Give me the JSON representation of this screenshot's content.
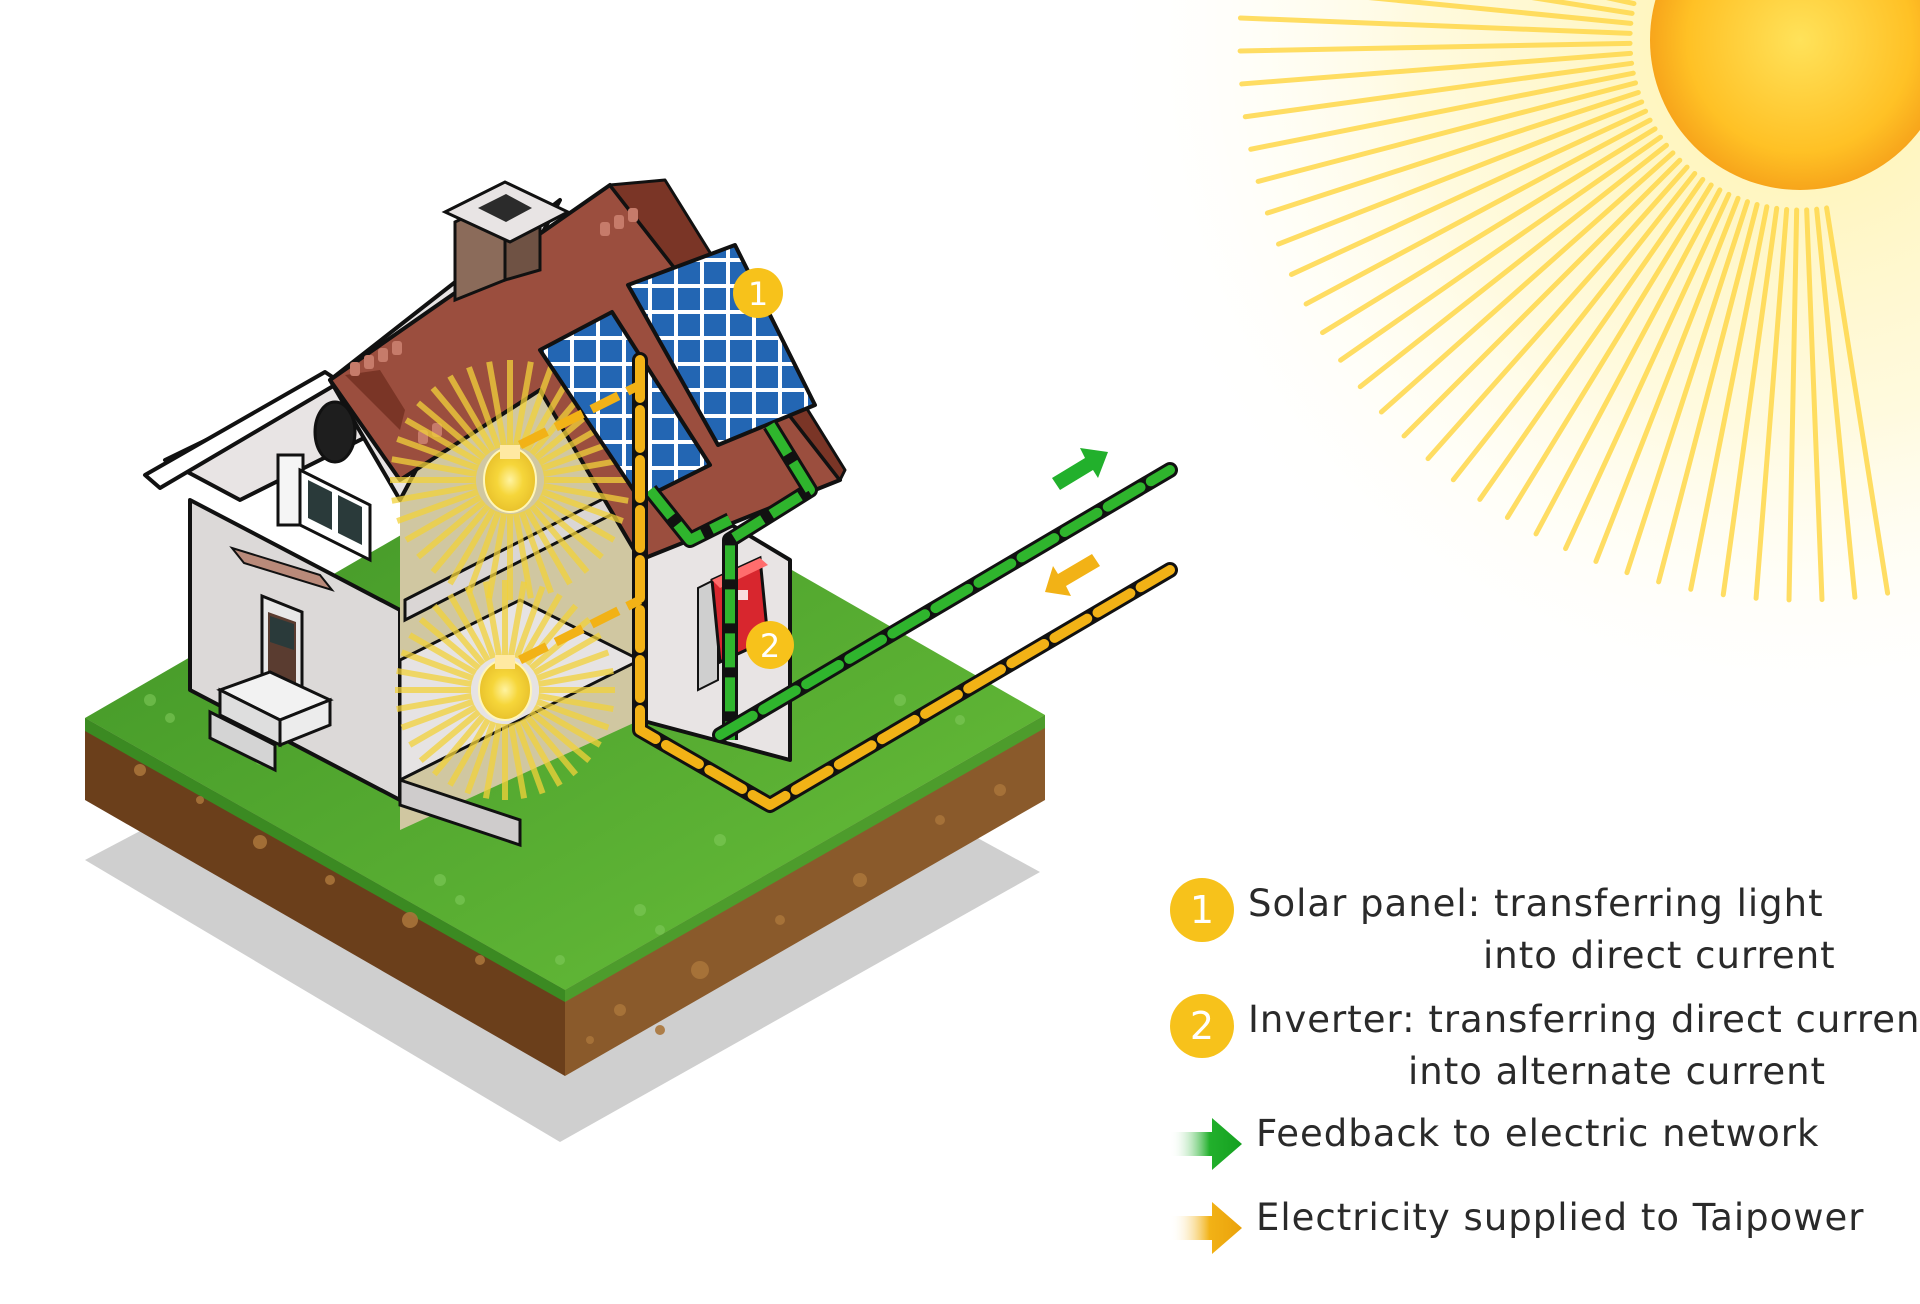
{
  "callouts": {
    "panel_marker": "1",
    "inverter_marker": "2"
  },
  "legend": {
    "items": [
      {
        "marker": "1",
        "term": "Solar panel:",
        "desc": "transferring light",
        "desc_cont": "into direct current"
      },
      {
        "marker": "2",
        "term": "Inverter:",
        "desc": "transferring direct current",
        "desc_cont": "into alternate current"
      },
      {
        "marker_icon": "green-arrow-icon",
        "desc": "Feedback to electric network"
      },
      {
        "marker_icon": "orange-arrow-icon",
        "desc": "Electricity supplied to Taipower"
      }
    ]
  },
  "colors": {
    "feedback_green": "#22b02c",
    "supply_orange": "#f2b216",
    "marker_yellow": "#f7c21b",
    "sun_orange": "#f7a51b",
    "roof_brown": "#9b4e3e",
    "grass_green": "#55a832",
    "soil_brown": "#7b5025",
    "inverter_red": "#d8262e",
    "panel_blue": "#1f5fa8"
  }
}
